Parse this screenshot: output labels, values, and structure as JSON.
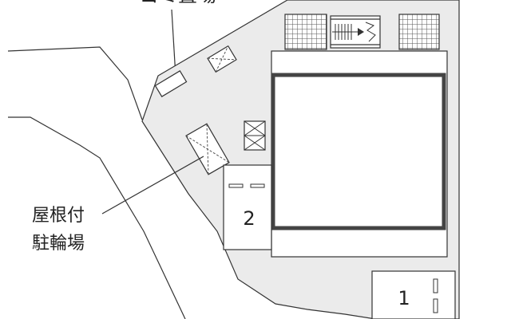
{
  "labels": {
    "top_label": "ゴミ置場",
    "roof_line1": "屋根付",
    "roof_line2": "駐輪場",
    "parking_1": "1",
    "parking_2": "2"
  },
  "colors": {
    "site_fill": "#ebebeb",
    "line": "#333333",
    "building_border": "#444444",
    "white": "#ffffff"
  }
}
